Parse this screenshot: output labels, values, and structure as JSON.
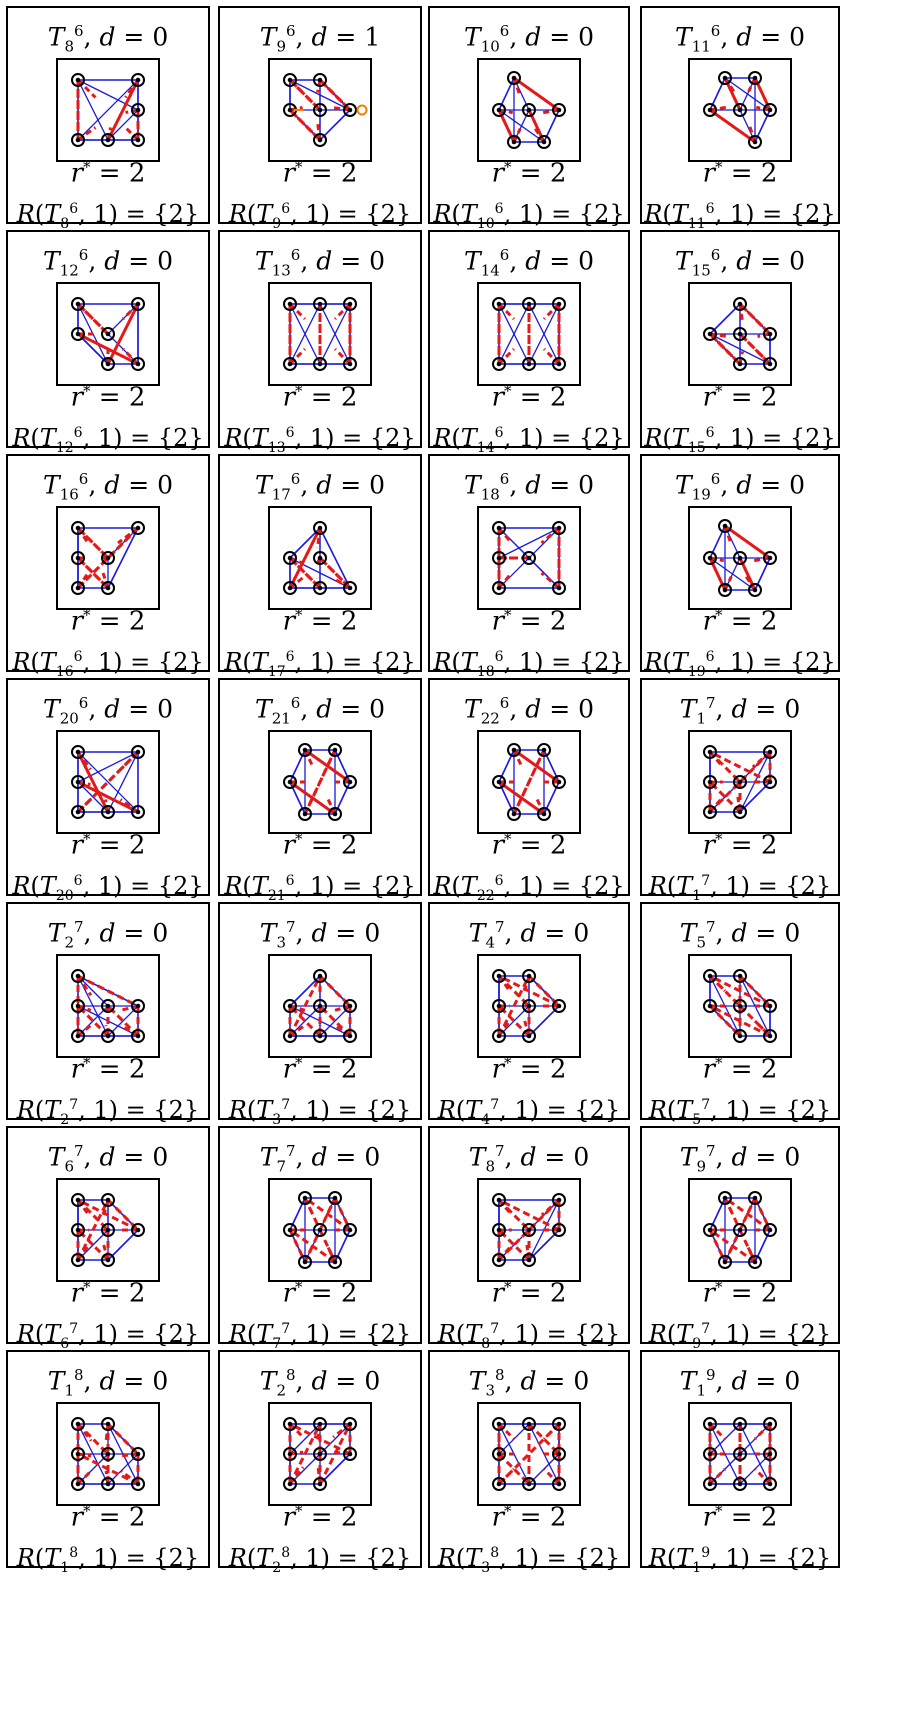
{
  "colors": {
    "edge_solid": "#1a1adc",
    "edge_dashed": "#e41a1a",
    "node": "#000000",
    "highlight_node": "#f08000"
  },
  "rows": [
    [
      {
        "n": "6",
        "k": "8",
        "d": "0",
        "r": "2",
        "rset": "{2}"
      },
      {
        "n": "6",
        "k": "9",
        "d": "1",
        "r": "2",
        "rset": "{2}"
      },
      {
        "n": "6",
        "k": "10",
        "d": "0",
        "r": "2",
        "rset": "{2}"
      },
      {
        "n": "6",
        "k": "11",
        "d": "0",
        "r": "2",
        "rset": "{2}"
      }
    ],
    [
      {
        "n": "6",
        "k": "12",
        "d": "0",
        "r": "2",
        "rset": "{2}"
      },
      {
        "n": "6",
        "k": "13",
        "d": "0",
        "r": "2",
        "rset": "{2}"
      },
      {
        "n": "6",
        "k": "14",
        "d": "0",
        "r": "2",
        "rset": "{2}"
      },
      {
        "n": "6",
        "k": "15",
        "d": "0",
        "r": "2",
        "rset": "{2}"
      }
    ],
    [
      {
        "n": "6",
        "k": "16",
        "d": "0",
        "r": "2",
        "rset": "{2}"
      },
      {
        "n": "6",
        "k": "17",
        "d": "0",
        "r": "2",
        "rset": "{2}"
      },
      {
        "n": "6",
        "k": "18",
        "d": "0",
        "r": "2",
        "rset": "{2}"
      },
      {
        "n": "6",
        "k": "19",
        "d": "0",
        "r": "2",
        "rset": "{2}"
      }
    ],
    [
      {
        "n": "6",
        "k": "20",
        "d": "0",
        "r": "2",
        "rset": "{2}"
      },
      {
        "n": "6",
        "k": "21",
        "d": "0",
        "r": "2",
        "rset": "{2}"
      },
      {
        "n": "6",
        "k": "22",
        "d": "0",
        "r": "2",
        "rset": "{2}"
      },
      {
        "n": "7",
        "k": "1",
        "d": "0",
        "r": "2",
        "rset": "{2}"
      }
    ],
    [
      {
        "n": "7",
        "k": "2",
        "d": "0",
        "r": "2",
        "rset": "{2}"
      },
      {
        "n": "7",
        "k": "3",
        "d": "0",
        "r": "2",
        "rset": "{2}"
      },
      {
        "n": "7",
        "k": "4",
        "d": "0",
        "r": "2",
        "rset": "{2}"
      },
      {
        "n": "7",
        "k": "5",
        "d": "0",
        "r": "2",
        "rset": "{2}"
      }
    ],
    [
      {
        "n": "7",
        "k": "6",
        "d": "0",
        "r": "2",
        "rset": "{2}"
      },
      {
        "n": "7",
        "k": "7",
        "d": "0",
        "r": "2",
        "rset": "{2}"
      },
      {
        "n": "7",
        "k": "8",
        "d": "0",
        "r": "2",
        "rset": "{2}"
      },
      {
        "n": "7",
        "k": "9",
        "d": "0",
        "r": "2",
        "rset": "{2}"
      }
    ],
    [
      {
        "n": "8",
        "k": "1",
        "d": "0",
        "r": "2",
        "rset": "{2}"
      },
      {
        "n": "8",
        "k": "2",
        "d": "0",
        "r": "2",
        "rset": "{2}"
      },
      {
        "n": "8",
        "k": "3",
        "d": "0",
        "r": "2",
        "rset": "{2}"
      },
      {
        "n": "9",
        "k": "1",
        "d": "0",
        "r": "2",
        "rset": "{2}"
      }
    ]
  ]
}
